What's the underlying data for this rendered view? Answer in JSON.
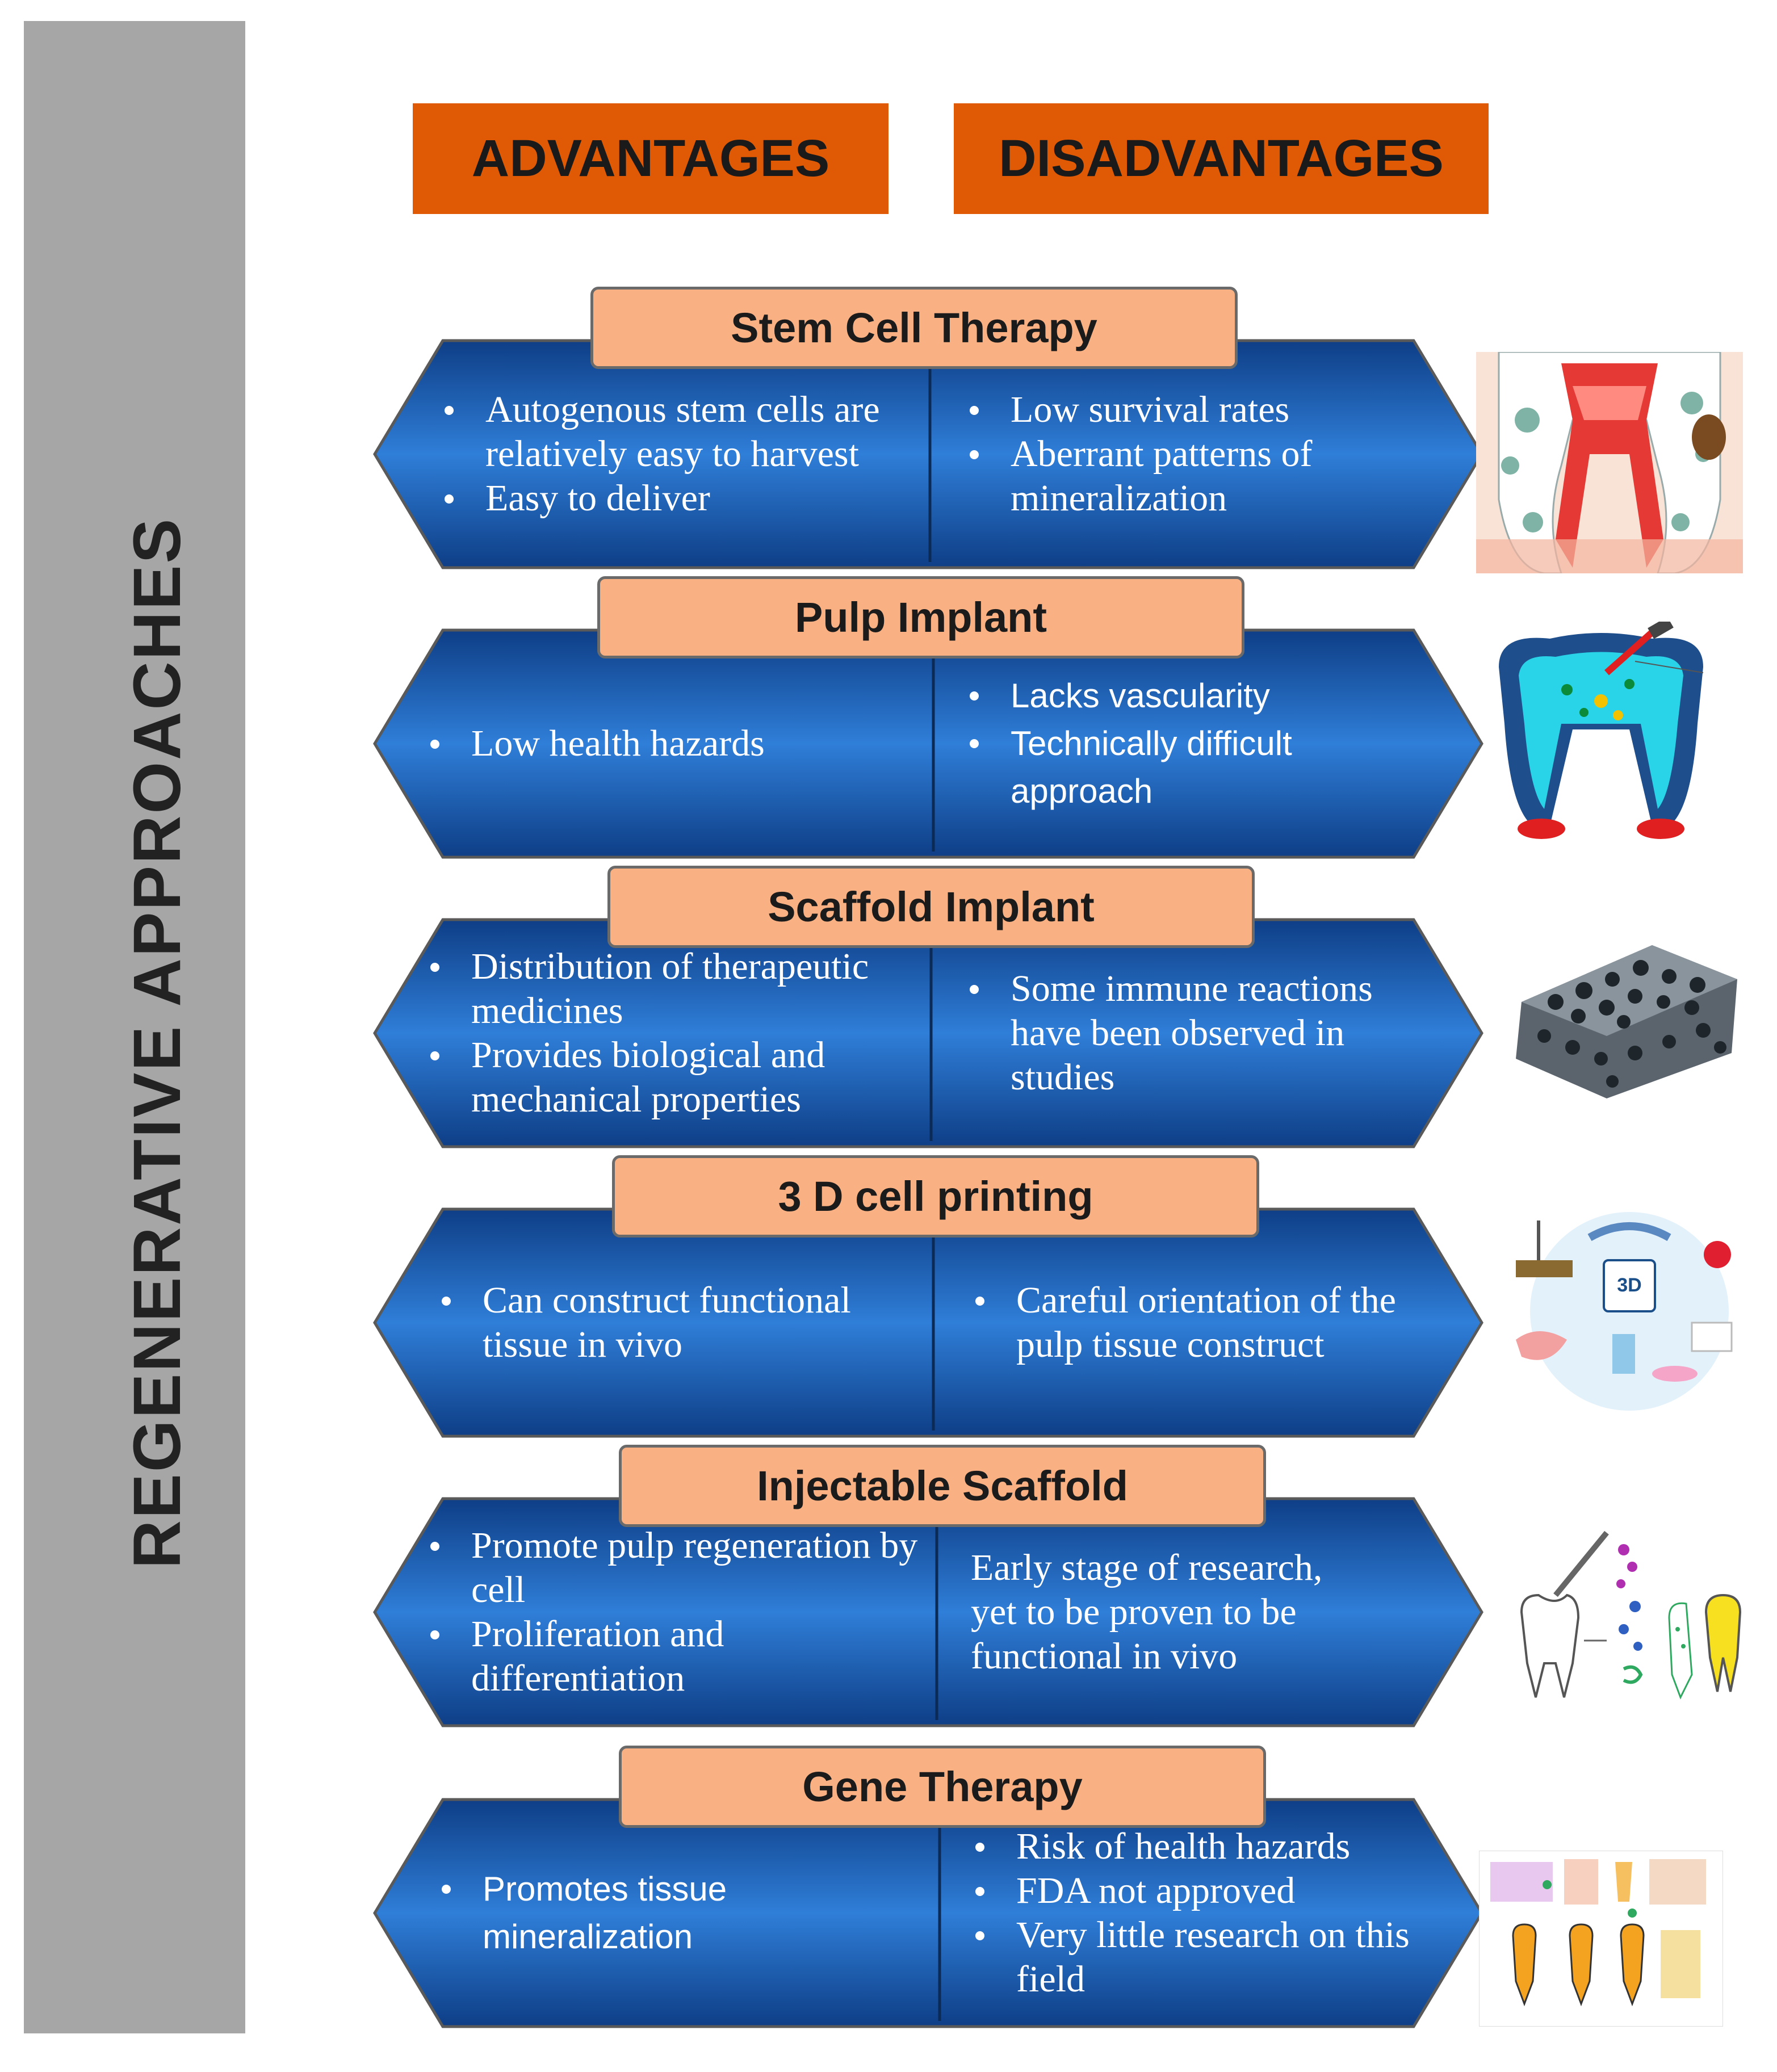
{
  "sidebar": {
    "label": "REGENERATIVE APPROACHES"
  },
  "headers": {
    "advantages": "ADVANTAGES",
    "disadvantages": "DISADVANTAGES"
  },
  "colors": {
    "header": "#e05a05",
    "tab": "#f9b184",
    "panel_dark": "#0e3e86",
    "panel_light": "#2f7ed8",
    "sidebar": "#a6a6a6"
  },
  "sections": [
    {
      "title": "Stem Cell Therapy",
      "advantages": [
        "Autogenous stem cells are relatively easy to harvest",
        "Easy to deliver"
      ],
      "disadvantages": [
        "Low survival rates",
        "Aberrant patterns of mineralization"
      ],
      "icon": "tooth-pulp-cross-section-icon"
    },
    {
      "title": "Pulp Implant",
      "advantages": [
        "Low health hazards"
      ],
      "disadvantages": [
        "Lacks vascularity",
        "Technically difficult approach"
      ],
      "icon": "tooth-implant-icon"
    },
    {
      "title": "Scaffold Implant",
      "advantages": [
        "Distribution of therapeutic medicines",
        "Provides biological and mechanical properties"
      ],
      "disadvantages": [
        "Some immune reactions have been observed in studies"
      ],
      "icon": "porous-scaffold-icon"
    },
    {
      "title": "3 D cell printing",
      "advantages": [
        "Can construct functional tissue in vivo"
      ],
      "disadvantages": [
        "Careful orientation of the pulp tissue construct"
      ],
      "icon": "3d-printing-cycle-icon",
      "icon_text": "3D"
    },
    {
      "title": "Injectable Scaffold",
      "advantages": [
        "Promote pulp regeneration by cell",
        "Proliferation and differentiation"
      ],
      "disadvantages": [
        "Early stage of research, yet to be proven to be functional in vivo"
      ],
      "icon": "injection-tooth-icon"
    },
    {
      "title": "Gene Therapy",
      "advantages": [
        "Promotes tissue mineralization"
      ],
      "disadvantages": [
        "Risk of health hazards",
        "FDA not approved",
        "Very little research on this field"
      ],
      "icon": "gene-therapy-diagram-icon"
    }
  ]
}
